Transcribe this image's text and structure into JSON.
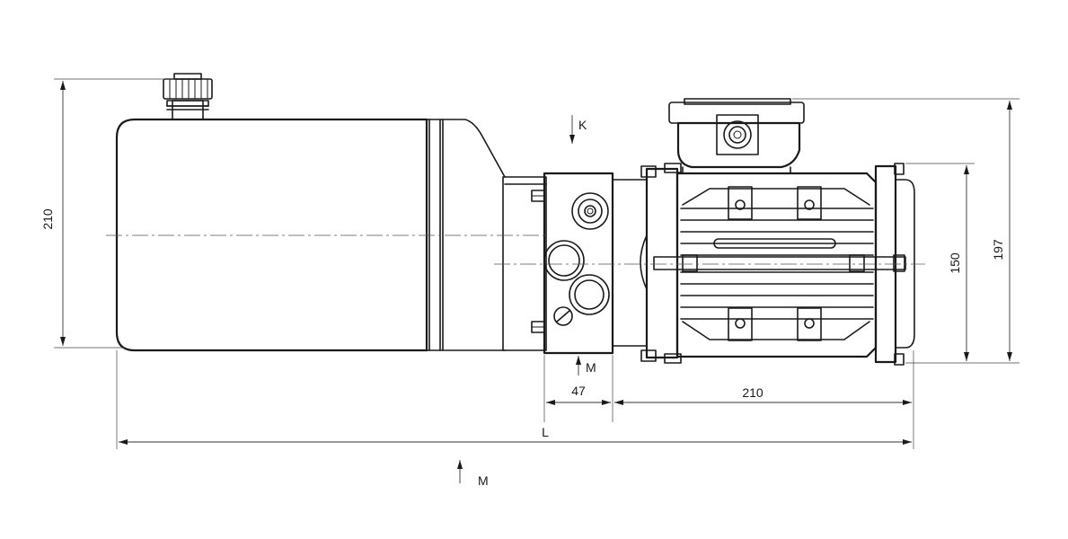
{
  "dimensions": {
    "tank_height": "210",
    "block_width": "47",
    "motor_length": "210",
    "overall_length": "L",
    "motor_height_small": "150",
    "motor_height_large": "197"
  },
  "port_labels": {
    "k_top": "K",
    "m_below_block": "M",
    "m_bottom": "M"
  }
}
